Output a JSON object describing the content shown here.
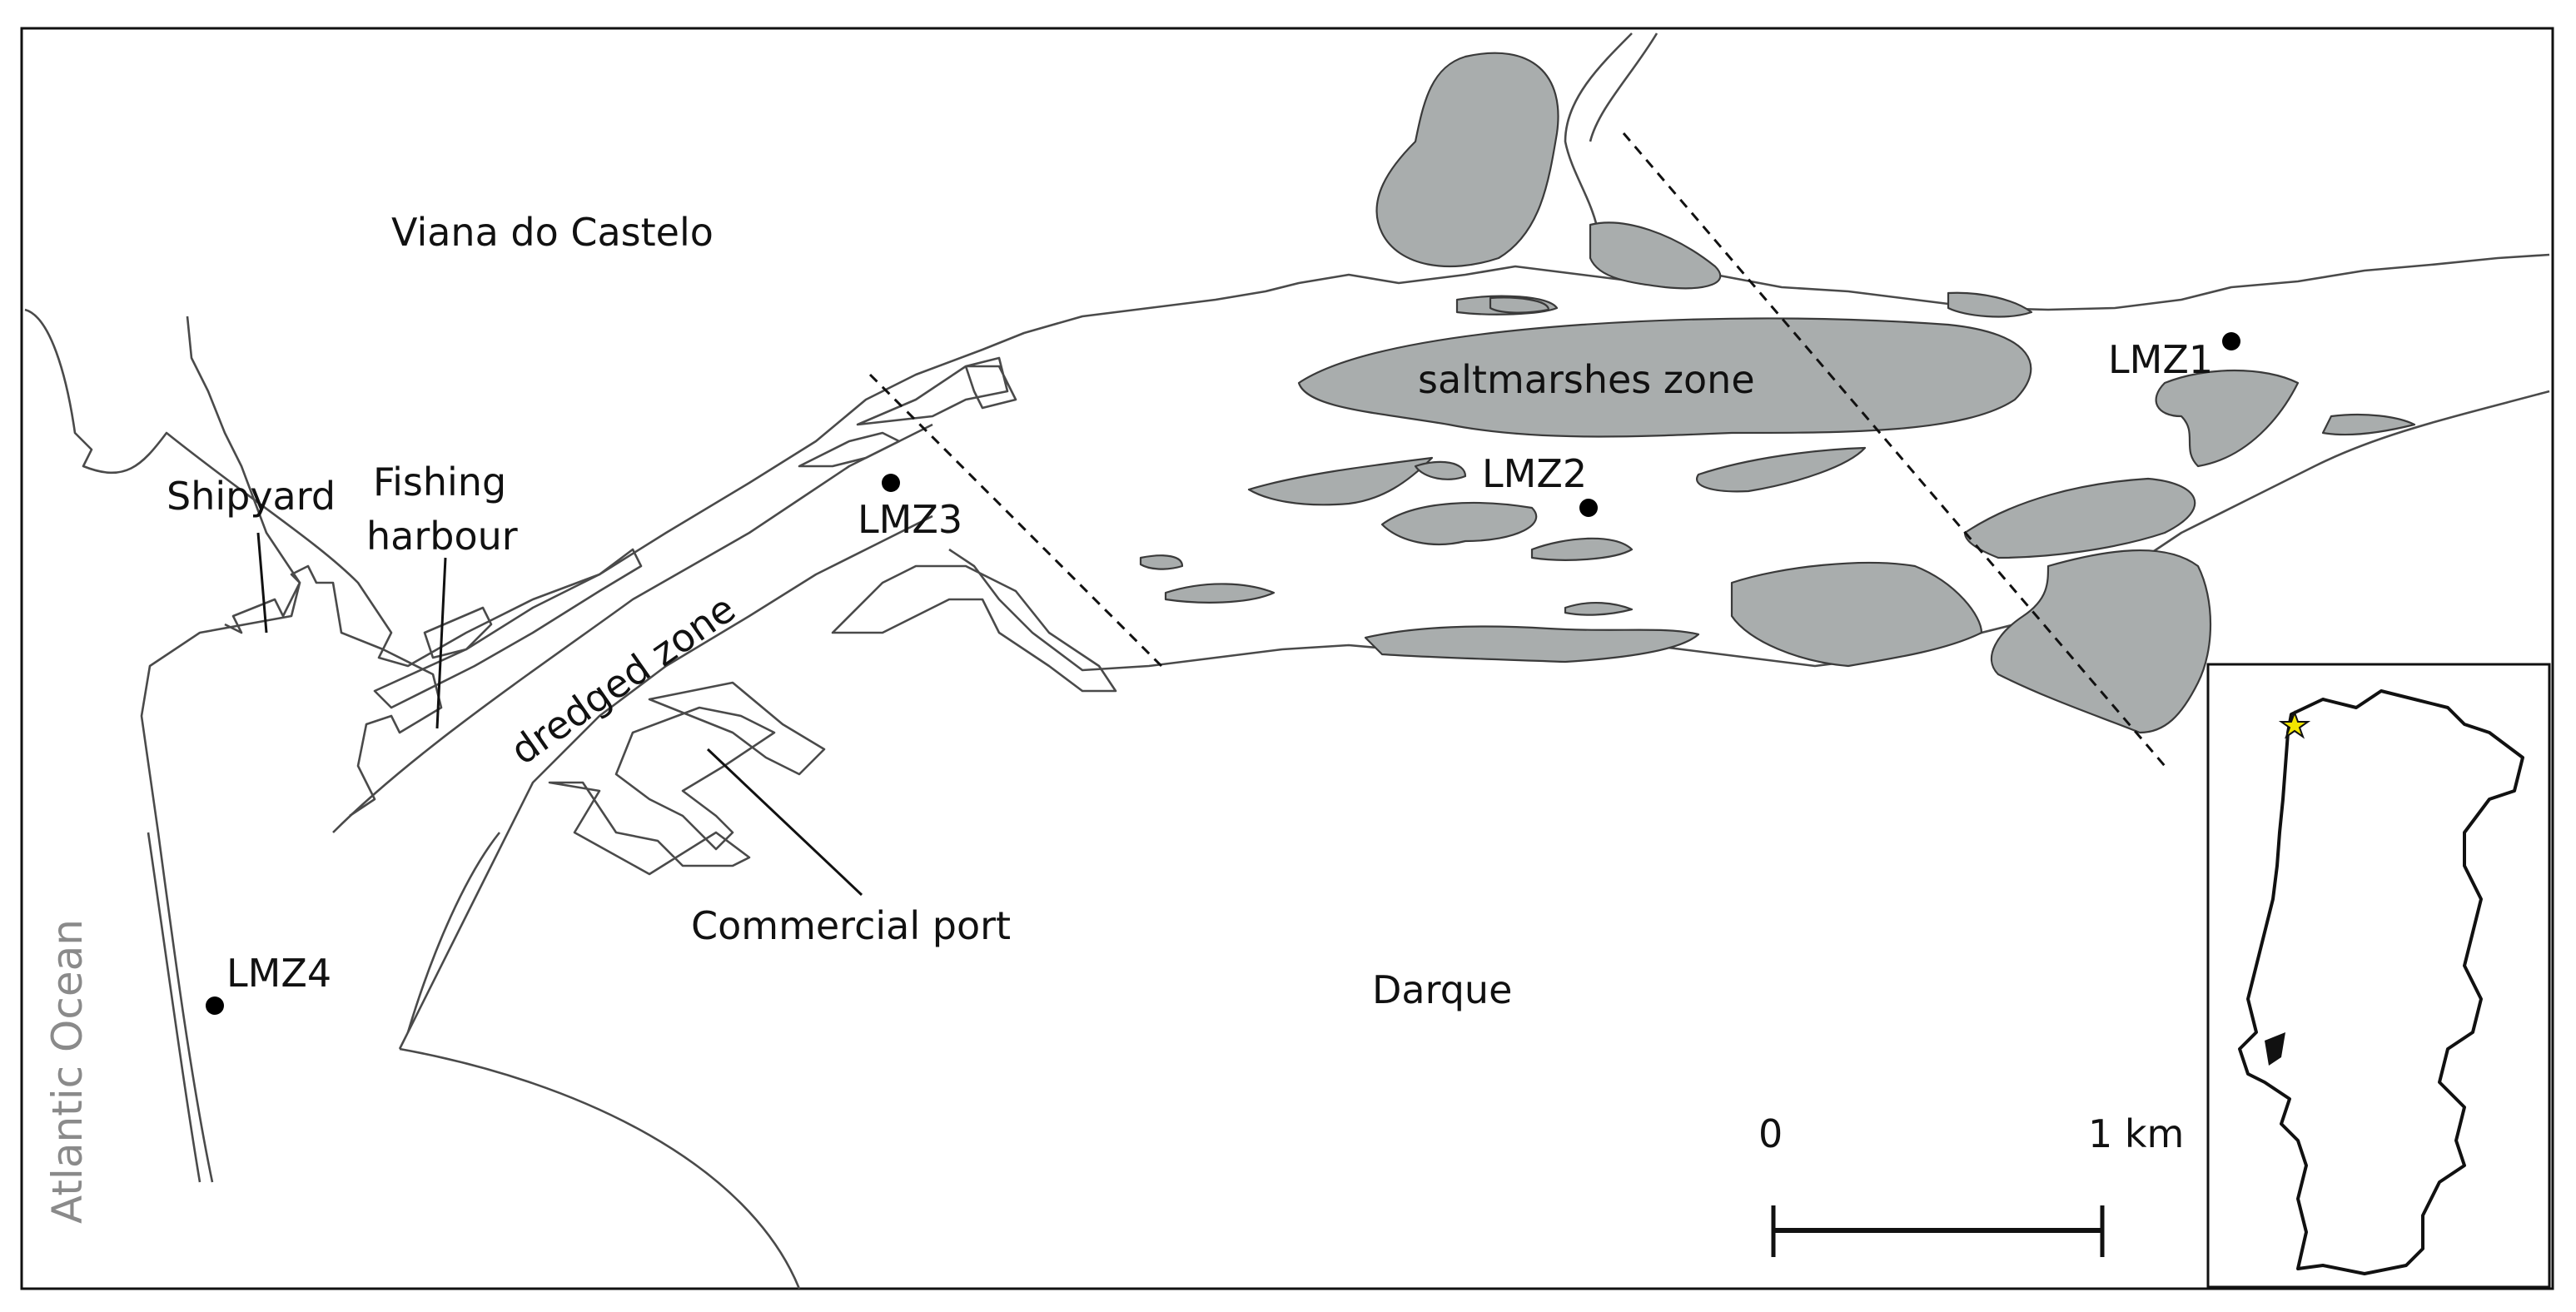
{
  "labels": {
    "city": "Viana do Castelo",
    "shipyard": "Shipyard",
    "fishing_line1": "Fishing",
    "fishing_line2": "harbour",
    "dredged": "dredged zone",
    "commercial": "Commercial port",
    "saltmarsh": "saltmarshes zone",
    "darque": "Darque",
    "ocean": "Atlantic Ocean"
  },
  "sites": [
    {
      "id": "LMZ1",
      "label": "LMZ1"
    },
    {
      "id": "LMZ2",
      "label": "LMZ2"
    },
    {
      "id": "LMZ3",
      "label": "LMZ3"
    },
    {
      "id": "LMZ4",
      "label": "LMZ4"
    }
  ],
  "scale_bar": {
    "start_label": "0",
    "end_label": "1 km",
    "length_km": 1
  },
  "inset": {
    "country": "Portugal",
    "marker": "star-icon"
  },
  "colors": {
    "saltmarsh_fill": "#a9adad",
    "outline": "#3a3a3a",
    "star": "#f2e600"
  }
}
